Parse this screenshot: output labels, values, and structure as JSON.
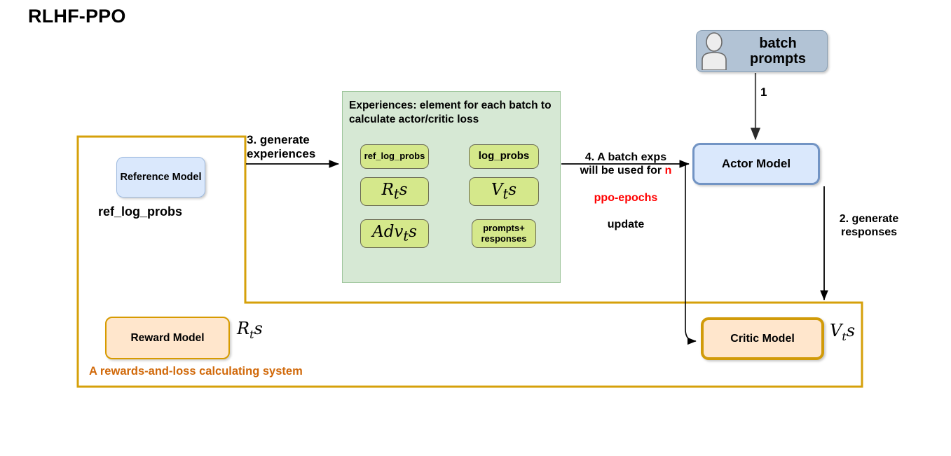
{
  "title": "RLHF-PPO",
  "nodes": {
    "batch_prompts": {
      "label": "batch\nprompts",
      "icon": "person-icon",
      "fill": "#b2c3d5",
      "stroke": "#8aa0b5"
    },
    "actor_model": {
      "label": "Actor Model",
      "fill": "#dae8fc",
      "stroke": "#7294c4"
    },
    "reference_model": {
      "label": "Reference Model",
      "fill": "#dae8fc",
      "stroke": "#9fbbe0"
    },
    "ref_log_probs_caption": "ref_log_probs",
    "reward_model": {
      "label": "Reward Model",
      "fill": "#ffe6cc",
      "stroke": "#d79b00"
    },
    "critic_model": {
      "label": "Critic Model",
      "fill": "#ffe6cc",
      "stroke": "#d19b09"
    }
  },
  "math": {
    "reward_output": {
      "base": "R",
      "sub": "t",
      "tail": "s"
    },
    "critic_output": {
      "base": "V",
      "sub": "t",
      "tail": "s"
    }
  },
  "experiences": {
    "title": "Experiences: element for each batch to calculate actor/critic loss",
    "fill": "#d6e8d4",
    "stroke": "#9cc49a",
    "chip_fill": "#d5e88b",
    "items": [
      {
        "name": "ref_log_probs",
        "label": "ref_log_probs",
        "math": false
      },
      {
        "name": "log_probs",
        "label": "log_probs",
        "math": false
      },
      {
        "name": "returns",
        "label": "R",
        "sub": "t",
        "tail": "s",
        "math": true
      },
      {
        "name": "values",
        "label": "V",
        "sub": "t",
        "tail": "s",
        "math": true
      },
      {
        "name": "advantages",
        "label": "Adv",
        "sub": "t",
        "tail": "s",
        "math": true
      },
      {
        "name": "prompts-responses",
        "label": "prompts+\nresponses",
        "math": false
      }
    ]
  },
  "system_container": {
    "caption": "A rewards-and-loss calculating system",
    "stroke": "#d6a00a",
    "caption_color": "#d1690a"
  },
  "edges": {
    "e1": {
      "label": "1"
    },
    "e2": {
      "label": "2. generate\nresponses"
    },
    "e3": {
      "label": "3. generate\nexperiences"
    },
    "e4": {
      "pre": "4. A batch exps\nwill be used for ",
      "highlight1": "n",
      "highlight2": "ppo-epochs",
      "post": "update",
      "highlight_color": "#ff0000"
    }
  }
}
